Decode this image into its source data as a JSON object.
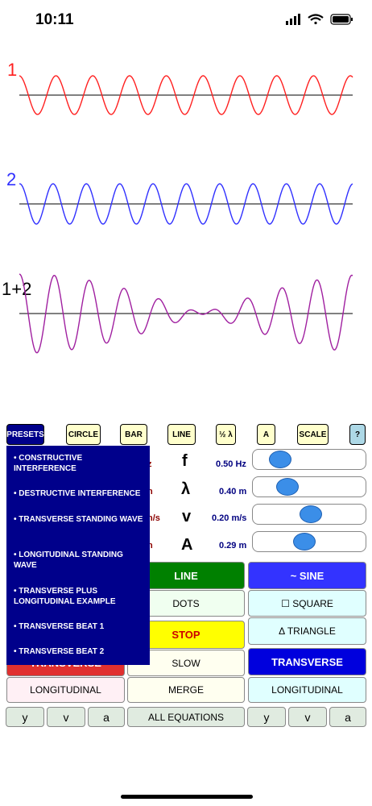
{
  "status": {
    "time": "10:11"
  },
  "waves": {
    "label1": "1",
    "label2": "2",
    "label3": "1+2"
  },
  "colors": {
    "wave1": "#ff2020",
    "wave2": "#3030ff",
    "wave3": "#a020a0",
    "menu": "#00008b",
    "accent_green": "#008000",
    "accent_blue": "#3333ff"
  },
  "toolbar": {
    "presets": "PRESETS",
    "circle": "CIRCLE",
    "bar": "BAR",
    "line": "LINE",
    "half_lambda": "½ λ",
    "a": "A",
    "scale": "SCALE",
    "help": "?"
  },
  "params": [
    {
      "unit": "z",
      "symbol": "f",
      "value": "0.50 Hz",
      "level": 0.18
    },
    {
      "unit": "n",
      "symbol": "λ",
      "value": "0.40 m",
      "level": 0.26
    },
    {
      "unit": "n/s",
      "symbol": "v",
      "value": "0.20 m/s",
      "level": 0.52
    },
    {
      "unit": "n",
      "symbol": "A",
      "value": "0.29 m",
      "level": 0.45
    }
  ],
  "presets_menu": [
    "• CONSTRUCTIVE INTERFERENCE",
    "• DESTRUCTIVE INTERFERENCE",
    "• TRANSVERSE STANDING WAVE",
    "• LONGITUDINAL STANDING WAVE",
    "• TRANSVERSE PLUS LONGITUDINAL EXAMPLE",
    "• TRANSVERSE BEAT 1",
    "• TRANSVERSE BEAT 2"
  ],
  "buttons": {
    "line": "LINE",
    "sine": "~ SINE",
    "dots": "DOTS",
    "square": "☐ SQUARE",
    "triangle": "Δ TRIANGLE",
    "stop": "STOP",
    "transverse_left": "TRANSVERSE",
    "slow": "SLOW",
    "transverse_right": "TRANSVERSE",
    "longitudinal_left": "LONGITUDINAL",
    "merge": "MERGE",
    "longitudinal_right": "LONGITUDINAL",
    "y1": "y",
    "v1": "v",
    "a1": "a",
    "all_equations": "ALL EQUATIONS",
    "y2": "y",
    "v2": "v",
    "a2": "a"
  }
}
